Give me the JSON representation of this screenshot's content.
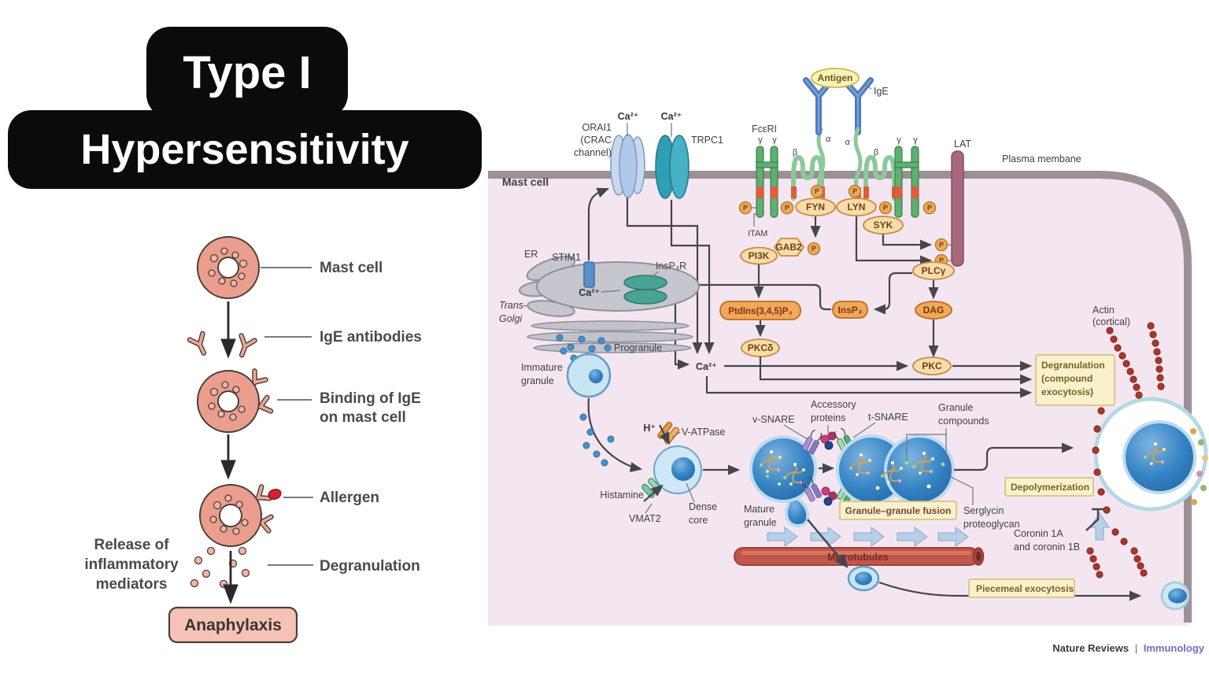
{
  "colors": {
    "title_bg": "#0b0b0b",
    "title_text": "#ffffff",
    "cell_pink": "#f4e6f1",
    "membrane_gray": "#9b9096",
    "node_orange": "#f0a85a",
    "node_light": "#f8dcab",
    "node_border": "#c98a3e",
    "box_yellow": "#f9f1cb",
    "box_border": "#cdbd6e",
    "granule_blue": "#3181c2",
    "granule_rim": "#bcdcf0",
    "granule_light": "#cfe8f6",
    "microtubule_red": "#c0574a",
    "actin_red": "#a8372c",
    "salmon": "#eb9e8e",
    "line_dark": "#45454d",
    "journal_purple": "#7b68c9"
  },
  "title": {
    "line1": "Type I",
    "line2": "Hypersensitivity"
  },
  "left": {
    "mast_cell": "Mast cell",
    "ige_antibodies": "IgE antibodies",
    "binding1": "Binding of IgE",
    "binding2": "on mast cell",
    "allergen": "Allergen",
    "degranulation": "Degranulation",
    "release1": "Release of",
    "release2": "inflammatory",
    "release3": "mediators",
    "anaphylaxis": "Anaphylaxis"
  },
  "cell": {
    "name": "Mast cell",
    "membrane": "Plasma membane"
  },
  "channels": {
    "orai1_1": "ORAI1",
    "orai1_2": "(CRAC",
    "orai1_3": "channel)",
    "ca_orai": "Ca²⁺",
    "ca_trpc": "Ca²⁺",
    "trpc1": "TRPC1"
  },
  "receptor": {
    "fceri": "FcεRI",
    "gamma": "γ",
    "beta": "β",
    "alpha": "α",
    "antigen": "Antigen",
    "ige": "IgE",
    "lat": "LAT",
    "itam": "ITAM",
    "p": "P"
  },
  "signaling": {
    "fyn": "FYN",
    "lyn": "LYN",
    "syk": "SYK",
    "pi3k": "PI3K",
    "gab2": "GAB2",
    "plcg": "PLCγ",
    "ptdins": "PtdIns(3,4,5)P₃",
    "insp3": "InsP₃",
    "dag": "DAG",
    "pkcd": "PKCδ",
    "pkc": "PKC",
    "ca_node": "Ca²⁺"
  },
  "er": {
    "er": "ER",
    "stim1": "STIM1",
    "ca_er": "Ca²⁺",
    "insp3r": "InsP₃R",
    "golgi1": "Trans-",
    "golgi2": "Golgi",
    "progranule": "Progranule",
    "immature1": "Immature",
    "immature2": "granule"
  },
  "granule": {
    "h": "H⁺",
    "vatpase": "V-ATPase",
    "histamine": "Histamine",
    "vmat2": "VMAT2",
    "dense1": "Dense",
    "dense2": "core",
    "mature1": "Mature",
    "mature2": "granule",
    "vsnare": "v-SNARE",
    "acc1": "Accessory",
    "acc2": "proteins",
    "tsnare": "t-SNARE",
    "gc1": "Granule",
    "gc2": "compounds",
    "fusion": "Granule–granule fusion",
    "serg1": "Serglycin",
    "serg2": "proteoglycan"
  },
  "exocytosis": {
    "degran1": "Degranulation",
    "degran2": "(compound",
    "degran3": "exocytosis)",
    "actin1": "Actin",
    "actin2": "(cortical)",
    "depoly": "Depolymerization",
    "coronin1": "Coronin 1A",
    "coronin2": "and coronin 1B",
    "micro": "Microtubules",
    "piecemeal": "Piecemeal exocytosis"
  },
  "footer": {
    "brand": "Nature Reviews",
    "sep": "|",
    "journal": "Immunology"
  }
}
